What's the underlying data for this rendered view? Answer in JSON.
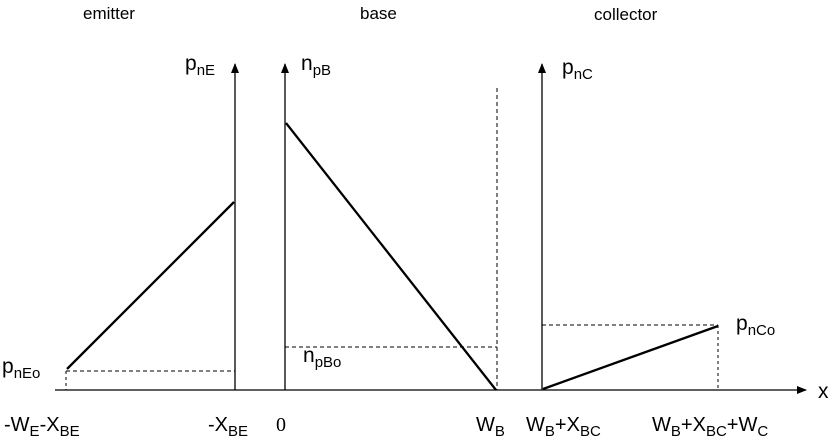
{
  "regions": {
    "emitter": "emitter",
    "base": "base",
    "collector": "collector"
  },
  "axes": {
    "emitter": {
      "main": "p",
      "sub": "nE"
    },
    "base": {
      "main": "n",
      "sub": "pB"
    },
    "collector": {
      "main": "p",
      "sub": "nC"
    },
    "x": "x"
  },
  "levels": {
    "emitter": {
      "main": "p",
      "sub": "nEo"
    },
    "base": {
      "main": "n",
      "sub": "pBo"
    },
    "collector": {
      "main": "p",
      "sub": "nCo"
    }
  },
  "ticks": {
    "t1": {
      "a": "-W",
      "b": "E",
      "c": "-X",
      "d": "BE"
    },
    "t2": {
      "a": "-X",
      "b": "BE"
    },
    "t3": "0",
    "t4": {
      "a": "W",
      "b": "B"
    },
    "t5": {
      "a": "W",
      "b": "B",
      "c": "+X",
      "d": "BC"
    },
    "t6": {
      "a": "W",
      "b": "B",
      "c": "+X",
      "d": "BC",
      "e": "+W",
      "f": "C"
    }
  }
}
